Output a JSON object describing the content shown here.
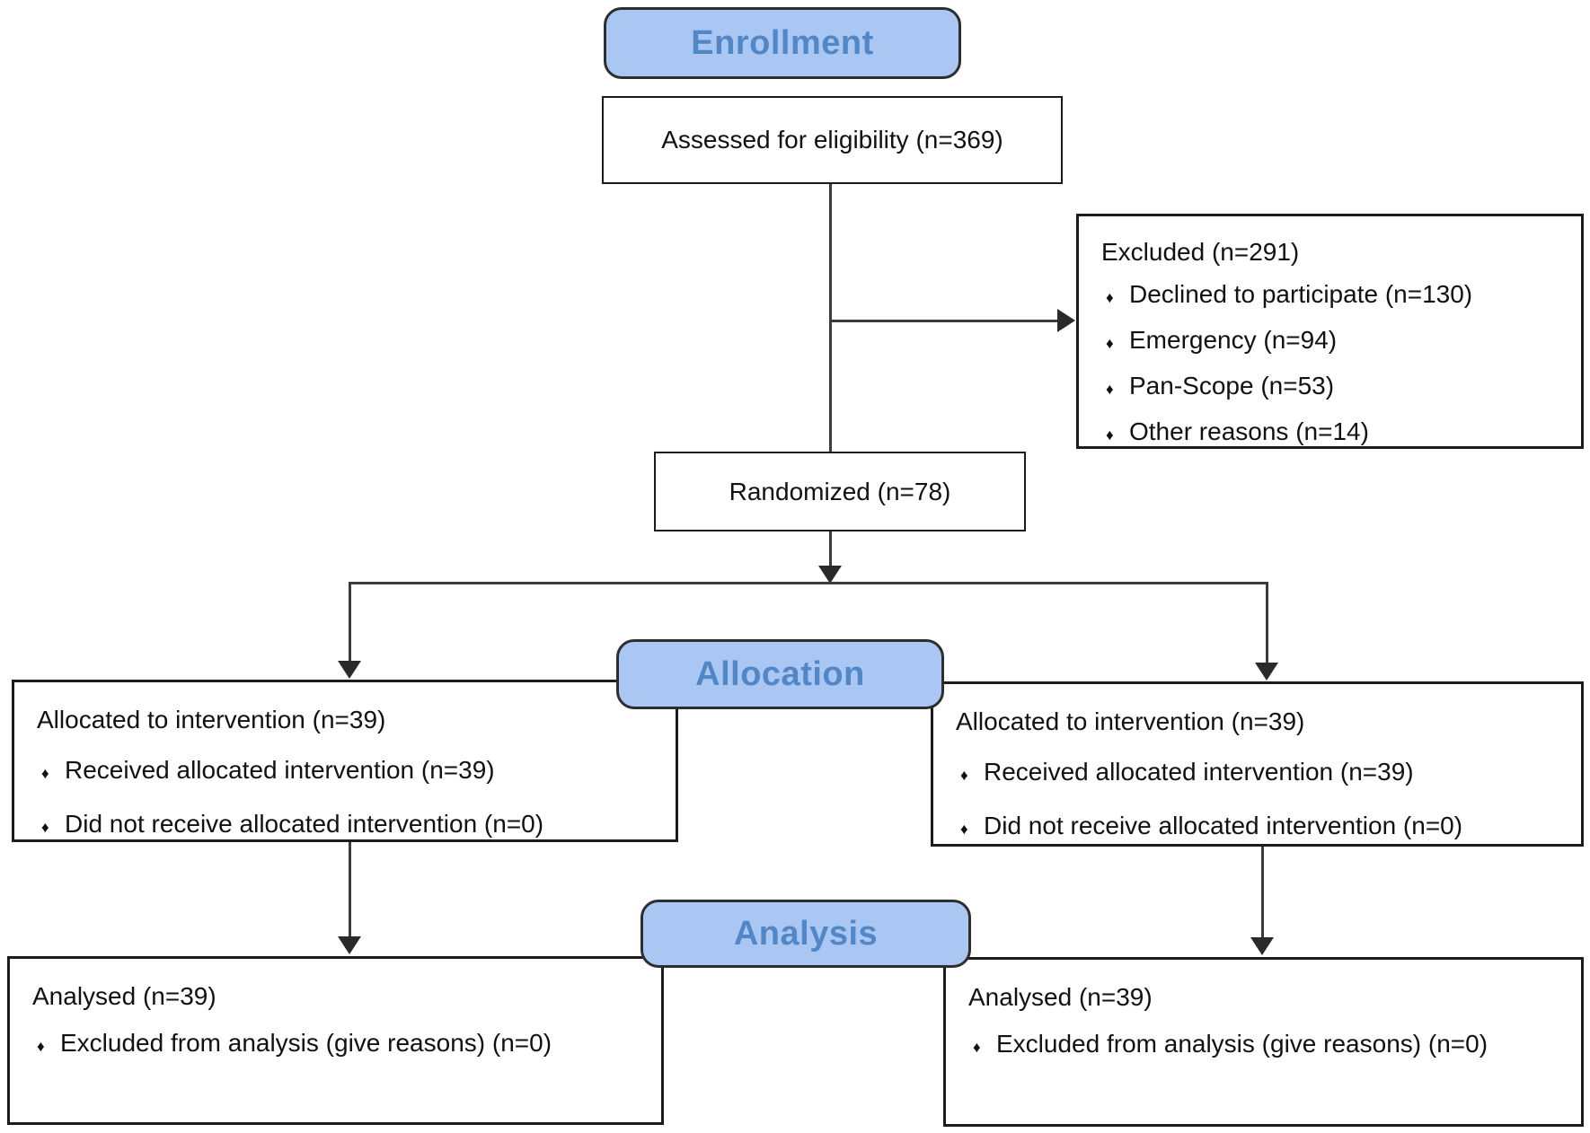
{
  "bullet": "♦",
  "stages": {
    "enrollment": "Enrollment",
    "allocation": "Allocation",
    "analysis": "Analysis"
  },
  "boxes": {
    "assessed": {
      "text": "Assessed for eligibility (n=369)"
    },
    "excluded": {
      "title": "Excluded (n=291)",
      "items": [
        "Declined to participate (n=130)",
        "Emergency (n=94)",
        "Pan-Scope (n=53)",
        "Other reasons (n=14)"
      ]
    },
    "randomized": {
      "text": "Randomized (n=78)"
    },
    "allocation_left": {
      "title": "Allocated to intervention (n=39)",
      "items": [
        "Received allocated intervention (n=39)",
        "Did not receive allocated intervention (n=0)"
      ]
    },
    "allocation_right": {
      "title": "Allocated to intervention (n=39)",
      "items": [
        "Received allocated intervention (n=39)",
        "Did not receive allocated intervention (n=0)"
      ]
    },
    "analysis_left": {
      "title": "Analysed (n=39)",
      "items": [
        "Excluded from analysis (give reasons) (n=0)"
      ]
    },
    "analysis_right": {
      "title": "Analysed (n=39)",
      "items": [
        "Excluded from analysis (give reasons) (n=0)"
      ]
    }
  },
  "colors": {
    "stage_fill": "#a9c7f2",
    "stage_text": "#5287c7",
    "box_border": "#1c1c1c",
    "line": "#3c3c3c"
  }
}
